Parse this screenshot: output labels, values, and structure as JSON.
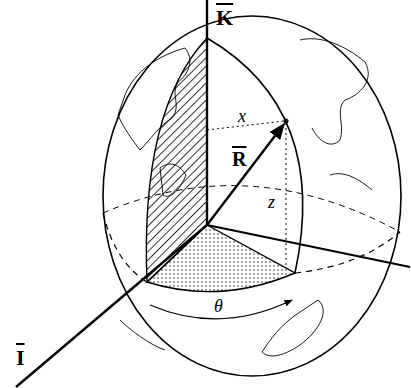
{
  "diagram": {
    "labels": [
      "K",
      "I",
      "R",
      "x",
      "z",
      "θ"
    ]
  }
}
